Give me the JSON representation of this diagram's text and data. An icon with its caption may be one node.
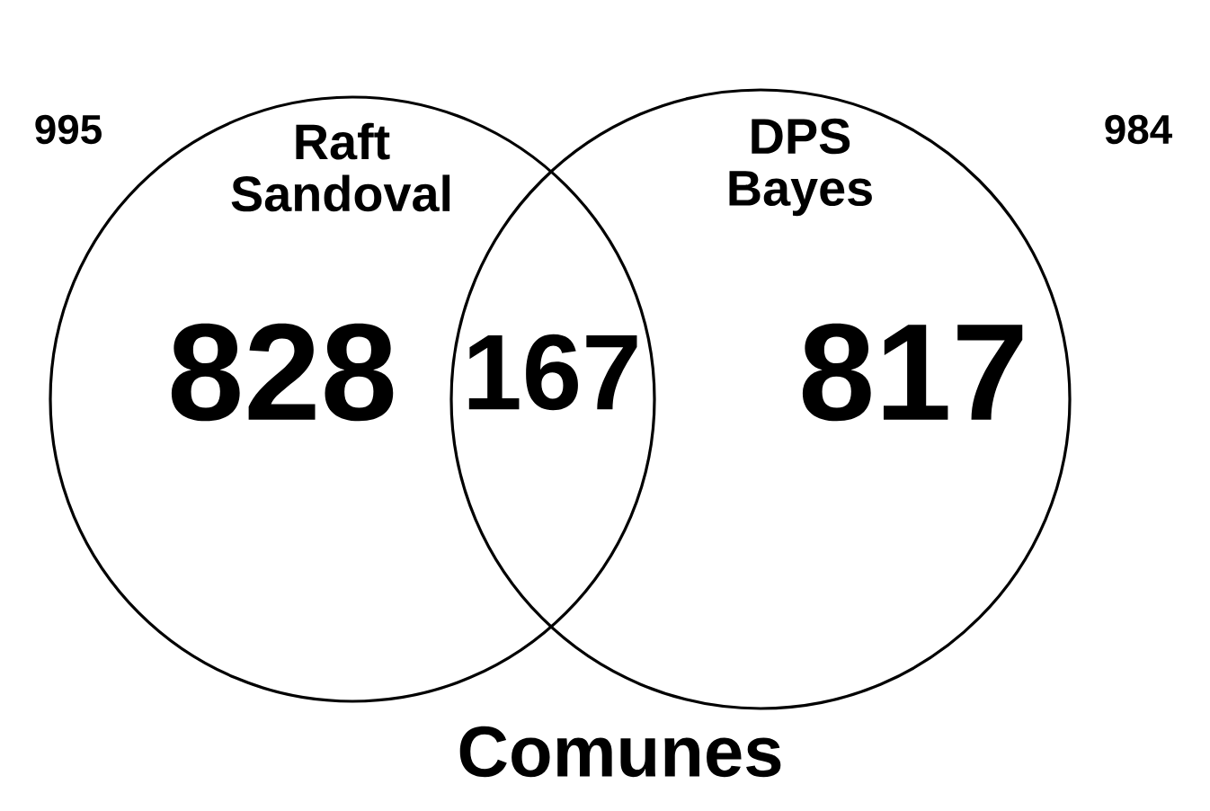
{
  "diagram": {
    "nodes": [
      {
        "text": [
          "Raft Sandoval",
          "828"
        ],
        "beside": [
          "995"
        ]
      },
      {
        "text": [
          "DPS Bayes",
          "817"
        ],
        "beside": [
          "984"
        ]
      }
    ],
    "labels": [
      "167",
      "Comunes"
    ]
  }
}
